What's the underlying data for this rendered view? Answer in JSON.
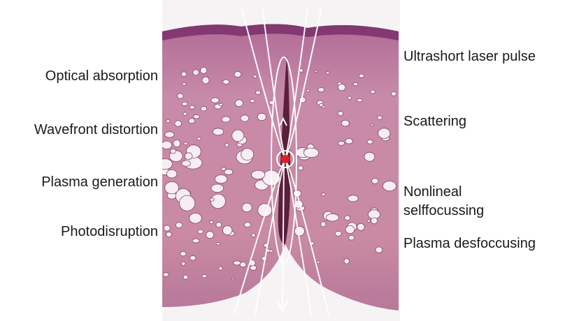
{
  "labels": {
    "left": [
      "Optical absorption",
      "Wavefront distortion",
      "Plasma generation",
      "Photodisruption"
    ],
    "right": [
      "Ultrashort laser pulse",
      "Scattering",
      "Nonlineal",
      "selffocussing",
      "Plasma desfoccusing"
    ]
  },
  "colors": {
    "tissue": "#c98aa6",
    "tissue_dark": "#9a4a7c",
    "epidermis": "#7a2f6a",
    "vacuole": "#f4eef2",
    "beam": "#ffffff",
    "focus": "#e02020"
  }
}
